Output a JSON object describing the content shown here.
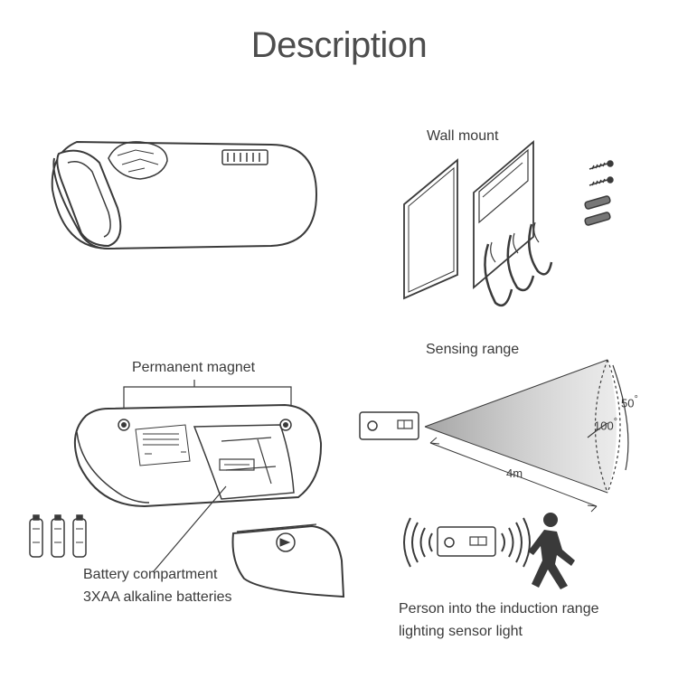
{
  "header": {
    "title": "Description"
  },
  "wall_mount": {
    "label": "Wall mount"
  },
  "sensing": {
    "label": "Sensing range",
    "distance": "4m",
    "angle_vertical": "50",
    "angle_horizontal": "100",
    "degree_mark": "°"
  },
  "magnet": {
    "label": "Permanent magnet"
  },
  "battery": {
    "line1": "Battery compartment",
    "line2": "3XAA alkaline batteries"
  },
  "induction": {
    "line1": "Person into the induction range",
    "line2": "lighting sensor light"
  },
  "colors": {
    "line": "#3a3a3a",
    "text": "#3a3a3a",
    "title": "#4d4d4d"
  }
}
